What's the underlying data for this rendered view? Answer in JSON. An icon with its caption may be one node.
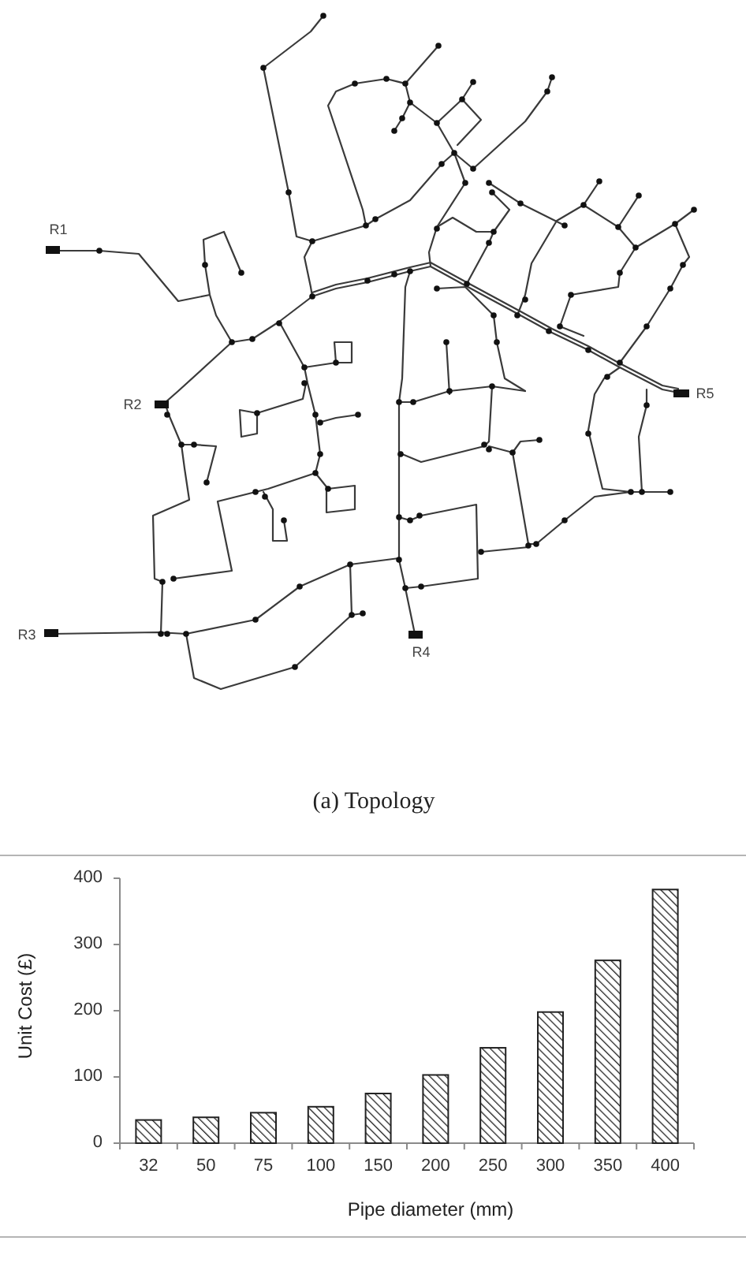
{
  "diagram": {
    "caption": "(a) Topology",
    "labels": [
      "R1",
      "R2",
      "R5",
      "R3",
      "R4"
    ],
    "chart_data": {
      "type": "bar",
      "xlabel": "Pipe diameter (mm)",
      "ylabel": "Unit Cost (£)",
      "categories": [
        "32",
        "50",
        "75",
        "100",
        "150",
        "200",
        "250",
        "300",
        "350",
        "400"
      ],
      "values": [
        35,
        39,
        46,
        55,
        75,
        103,
        144,
        198,
        276,
        383
      ],
      "ylim": [
        0,
        400
      ],
      "yticks": [
        0,
        100,
        200,
        300,
        400
      ]
    }
  }
}
